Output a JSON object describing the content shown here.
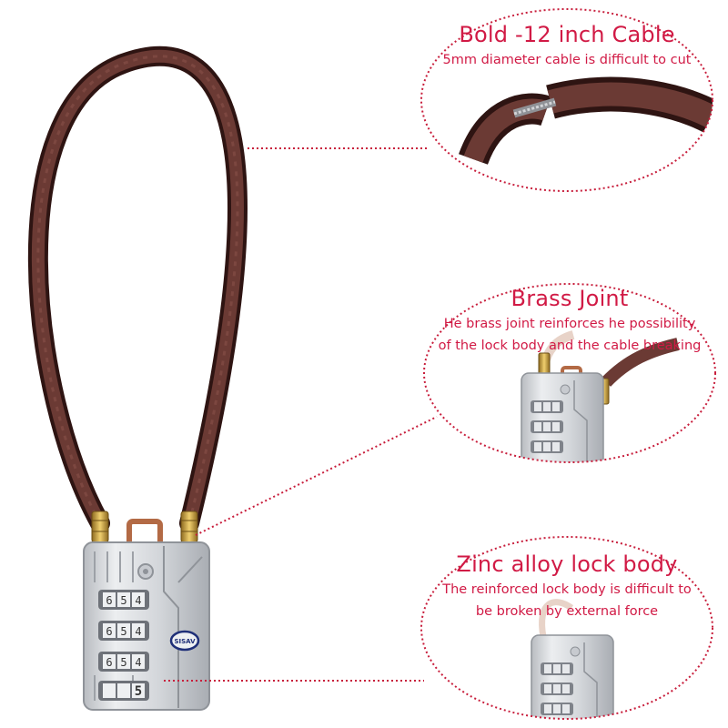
{
  "colors": {
    "accent": "#d11a45",
    "cable": "#4a2420",
    "brass": "#c89a3a",
    "lock_body": "#d6d8dc"
  },
  "lock": {
    "dial_digits": [
      "6",
      "5",
      "4"
    ],
    "last_dial_digit": "5",
    "logo_text": "SISAV"
  },
  "callouts": [
    {
      "title": "Bold -12 inch Cable",
      "lines": [
        "5mm diameter cable is difficult to cut"
      ]
    },
    {
      "title": "Brass Joint",
      "lines": [
        "He brass joint reinforces he possibility",
        "of the lock body and the cable breaking"
      ]
    },
    {
      "title": "Zinc alloy lock body",
      "lines": [
        "The reinforced lock body is difficult to",
        "be broken by external force"
      ]
    }
  ]
}
